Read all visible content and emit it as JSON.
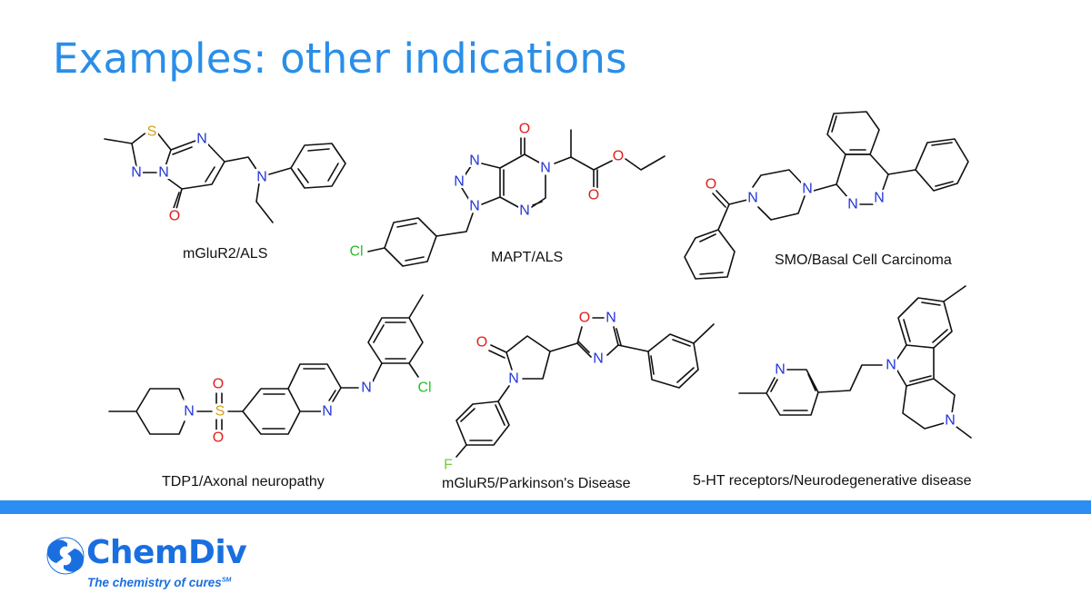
{
  "slide": {
    "title": "Examples: other indications"
  },
  "colors": {
    "title": "#2a8ee8",
    "bar": "#2b8ef0",
    "nitrogen": "#2236d8",
    "oxygen": "#e0201b",
    "sulfur": "#d4a017",
    "chlorine": "#22c322",
    "fluorine": "#7ac943"
  },
  "molecules": [
    {
      "caption": "mGluR2/ALS",
      "atoms": [
        "S",
        "N",
        "N",
        "N",
        "O",
        "N"
      ]
    },
    {
      "caption": "MAPT/ALS",
      "atoms": [
        "O",
        "N",
        "N",
        "N",
        "N",
        "N",
        "O",
        "O",
        "Cl"
      ]
    },
    {
      "caption": "SMO/Basal Cell Carcinoma",
      "atoms": [
        "O",
        "N",
        "N",
        "N",
        "N"
      ]
    },
    {
      "caption": "TDP1/Axonal neuropathy",
      "atoms": [
        "N",
        "S",
        "O",
        "O",
        "N",
        "N",
        "Cl"
      ]
    },
    {
      "caption": "mGluR5/Parkinson's Disease",
      "atoms": [
        "O",
        "N",
        "O",
        "N",
        "N",
        "F"
      ]
    },
    {
      "caption": "5-HT receptors/Neurodegenerative disease",
      "atoms": [
        "N",
        "N",
        "N"
      ]
    }
  ],
  "logo": {
    "name": "ChemDiv",
    "tagline": "The chemistry of cures",
    "mark": "SM"
  }
}
